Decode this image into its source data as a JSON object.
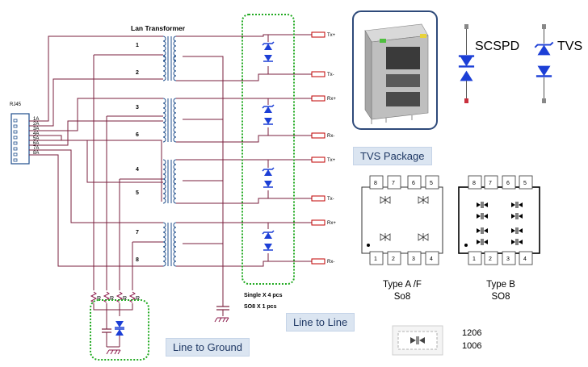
{
  "schematic": {
    "title": "Lan Transformer",
    "connector": "RJ45",
    "pin_labels": [
      "1A",
      "2A",
      "3A",
      "4A",
      "5A",
      "6A",
      "7A",
      "8A"
    ],
    "winding_pairs": [
      [
        "1",
        "2"
      ],
      [
        "3",
        "6"
      ],
      [
        "4",
        "5"
      ],
      [
        "7",
        "8"
      ]
    ],
    "line_labels": [
      "Tx+",
      "Tx-",
      "Rx+",
      "Rx-",
      "Tx+",
      "Tx-",
      "Rx+",
      "Rx-"
    ],
    "resistor_label": "R",
    "protection_note_1": "Single X 4 pcs",
    "protection_note_2": "SO8 X 1 pcs"
  },
  "legend": {
    "scspd_label": "SCSPD",
    "tvs_label": "TVS"
  },
  "callouts": {
    "tvs_package": "TVS Package",
    "line_to_line": "Line to Line",
    "line_to_ground": "Line to Ground"
  },
  "packages": {
    "type_a": {
      "top_pins": [
        "8",
        "7",
        "6",
        "5"
      ],
      "bottom_pins": [
        "1",
        "2",
        "3",
        "4"
      ],
      "name": "Type A /F",
      "package": "So8"
    },
    "type_b": {
      "top_pins": [
        "8",
        "7",
        "6",
        "5"
      ],
      "bottom_pins": [
        "1",
        "2",
        "3",
        "4"
      ],
      "name": "Type B",
      "package": "SO8"
    },
    "chip_sizes": [
      "1206",
      "1006"
    ]
  },
  "colors": {
    "wire": "#8b1a4a",
    "primary_wire": "#7a1f3d",
    "coil": "#1f4e8c",
    "diode": "#1c3fd6",
    "terminal": "#c00000",
    "highlight_box": "#22aa22",
    "callout_bg": "#dbe5f1",
    "callout_text": "#1f3864"
  }
}
